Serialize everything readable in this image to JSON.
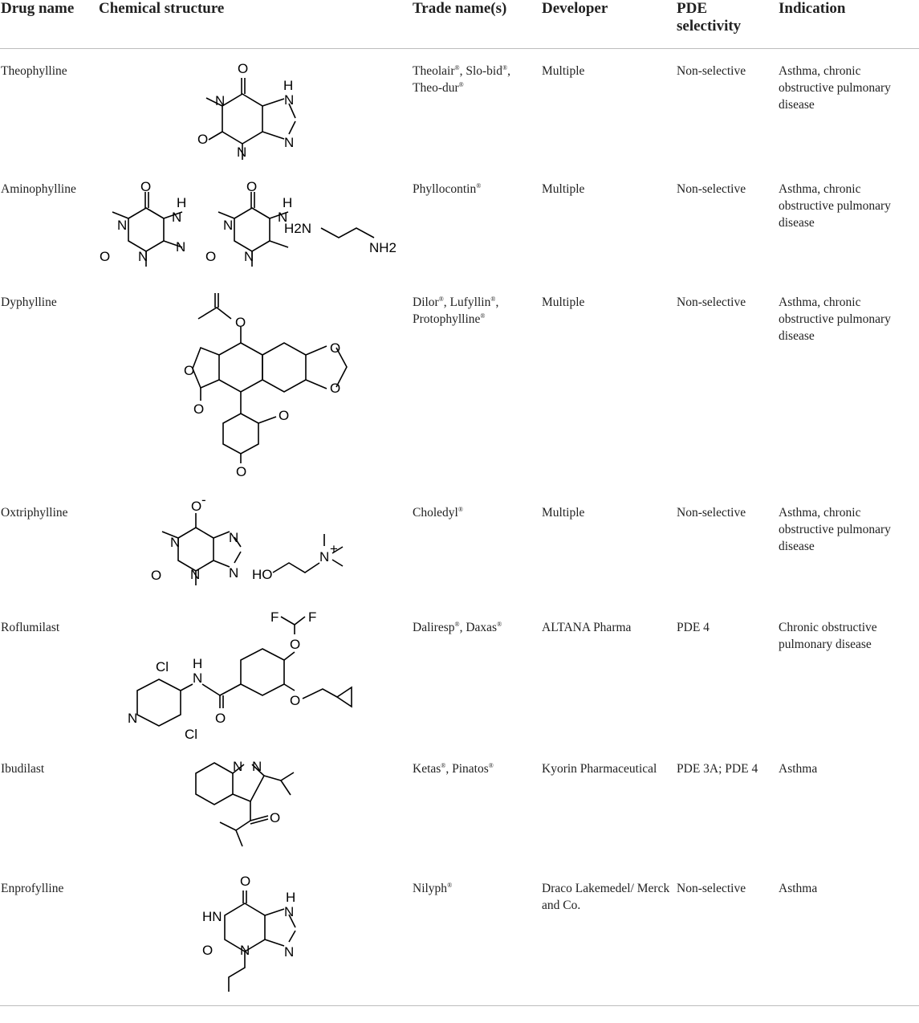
{
  "headers": {
    "drug_name": "Drug name",
    "chemical_structure": "Chemical structure",
    "trade_names": "Trade name(s)",
    "developer": "Developer",
    "pde_line1": "PDE",
    "pde_line2": "selectivity",
    "indication": "Indication"
  },
  "trademark_symbol": "®",
  "rows": [
    {
      "drug": "Theophylline",
      "trade": [
        "Theolair",
        "Slo-bid",
        "Theo-dur"
      ],
      "developer": "Multiple",
      "pde": "Non-selective",
      "indication": "Asthma, chronic obstructive pulmonary disease",
      "atoms": {
        "o1": "O",
        "o2": "O",
        "n1": "N",
        "n2": "N",
        "nh": "H",
        "nh_n": "N",
        "n4": "N"
      }
    },
    {
      "drug": "Aminophylline",
      "trade": [
        "Phyllocontin"
      ],
      "developer": "Multiple",
      "pde": "Non-selective",
      "indication": "Asthma, chronic obstructive pulmonary disease",
      "atoms": {
        "o": "O",
        "n": "N",
        "h": "H",
        "h2n": "H2N",
        "nh2": "NH2"
      }
    },
    {
      "drug": "Dyphylline",
      "trade": [
        "Dilor",
        "Lufyllin",
        "Protophylline"
      ],
      "developer": "Multiple",
      "pde": "Non-selective",
      "indication": "Asthma, chronic obstructive pulmonary disease",
      "atoms": {
        "o": "O"
      }
    },
    {
      "drug": "Oxtriphylline",
      "trade": [
        "Choledyl"
      ],
      "developer": "Multiple",
      "pde": "Non-selective",
      "indication": "Asthma, chronic obstructive pulmonary disease",
      "atoms": {
        "o_minus": "O",
        "minus": "-",
        "o": "O",
        "n": "N",
        "ho": "HO",
        "n_plus": "N",
        "plus": "+"
      }
    },
    {
      "drug": "Roflumilast",
      "trade": [
        "Daliresp",
        "Daxas"
      ],
      "developer": "ALTANA Pharma",
      "pde": "PDE 4",
      "indication": "Chronic obstructive pulmonary disease",
      "atoms": {
        "f": "F",
        "o": "O",
        "cl": "Cl",
        "h": "H",
        "n": "N"
      }
    },
    {
      "drug": "Ibudilast",
      "trade": [
        "Ketas",
        "Pinatos"
      ],
      "developer": "Kyorin Pharmaceutical",
      "pde": "PDE 3A; PDE 4",
      "indication": "Asthma",
      "atoms": {
        "n": "N",
        "o": "O"
      }
    },
    {
      "drug": "Enprofylline",
      "trade": [
        "Nilyph"
      ],
      "developer": "Draco Lakemedel/ Merck and Co.",
      "pde": "Non-selective",
      "indication": "Asthma",
      "atoms": {
        "o": "O",
        "hn": "HN",
        "n": "N",
        "h": "H"
      }
    }
  ]
}
